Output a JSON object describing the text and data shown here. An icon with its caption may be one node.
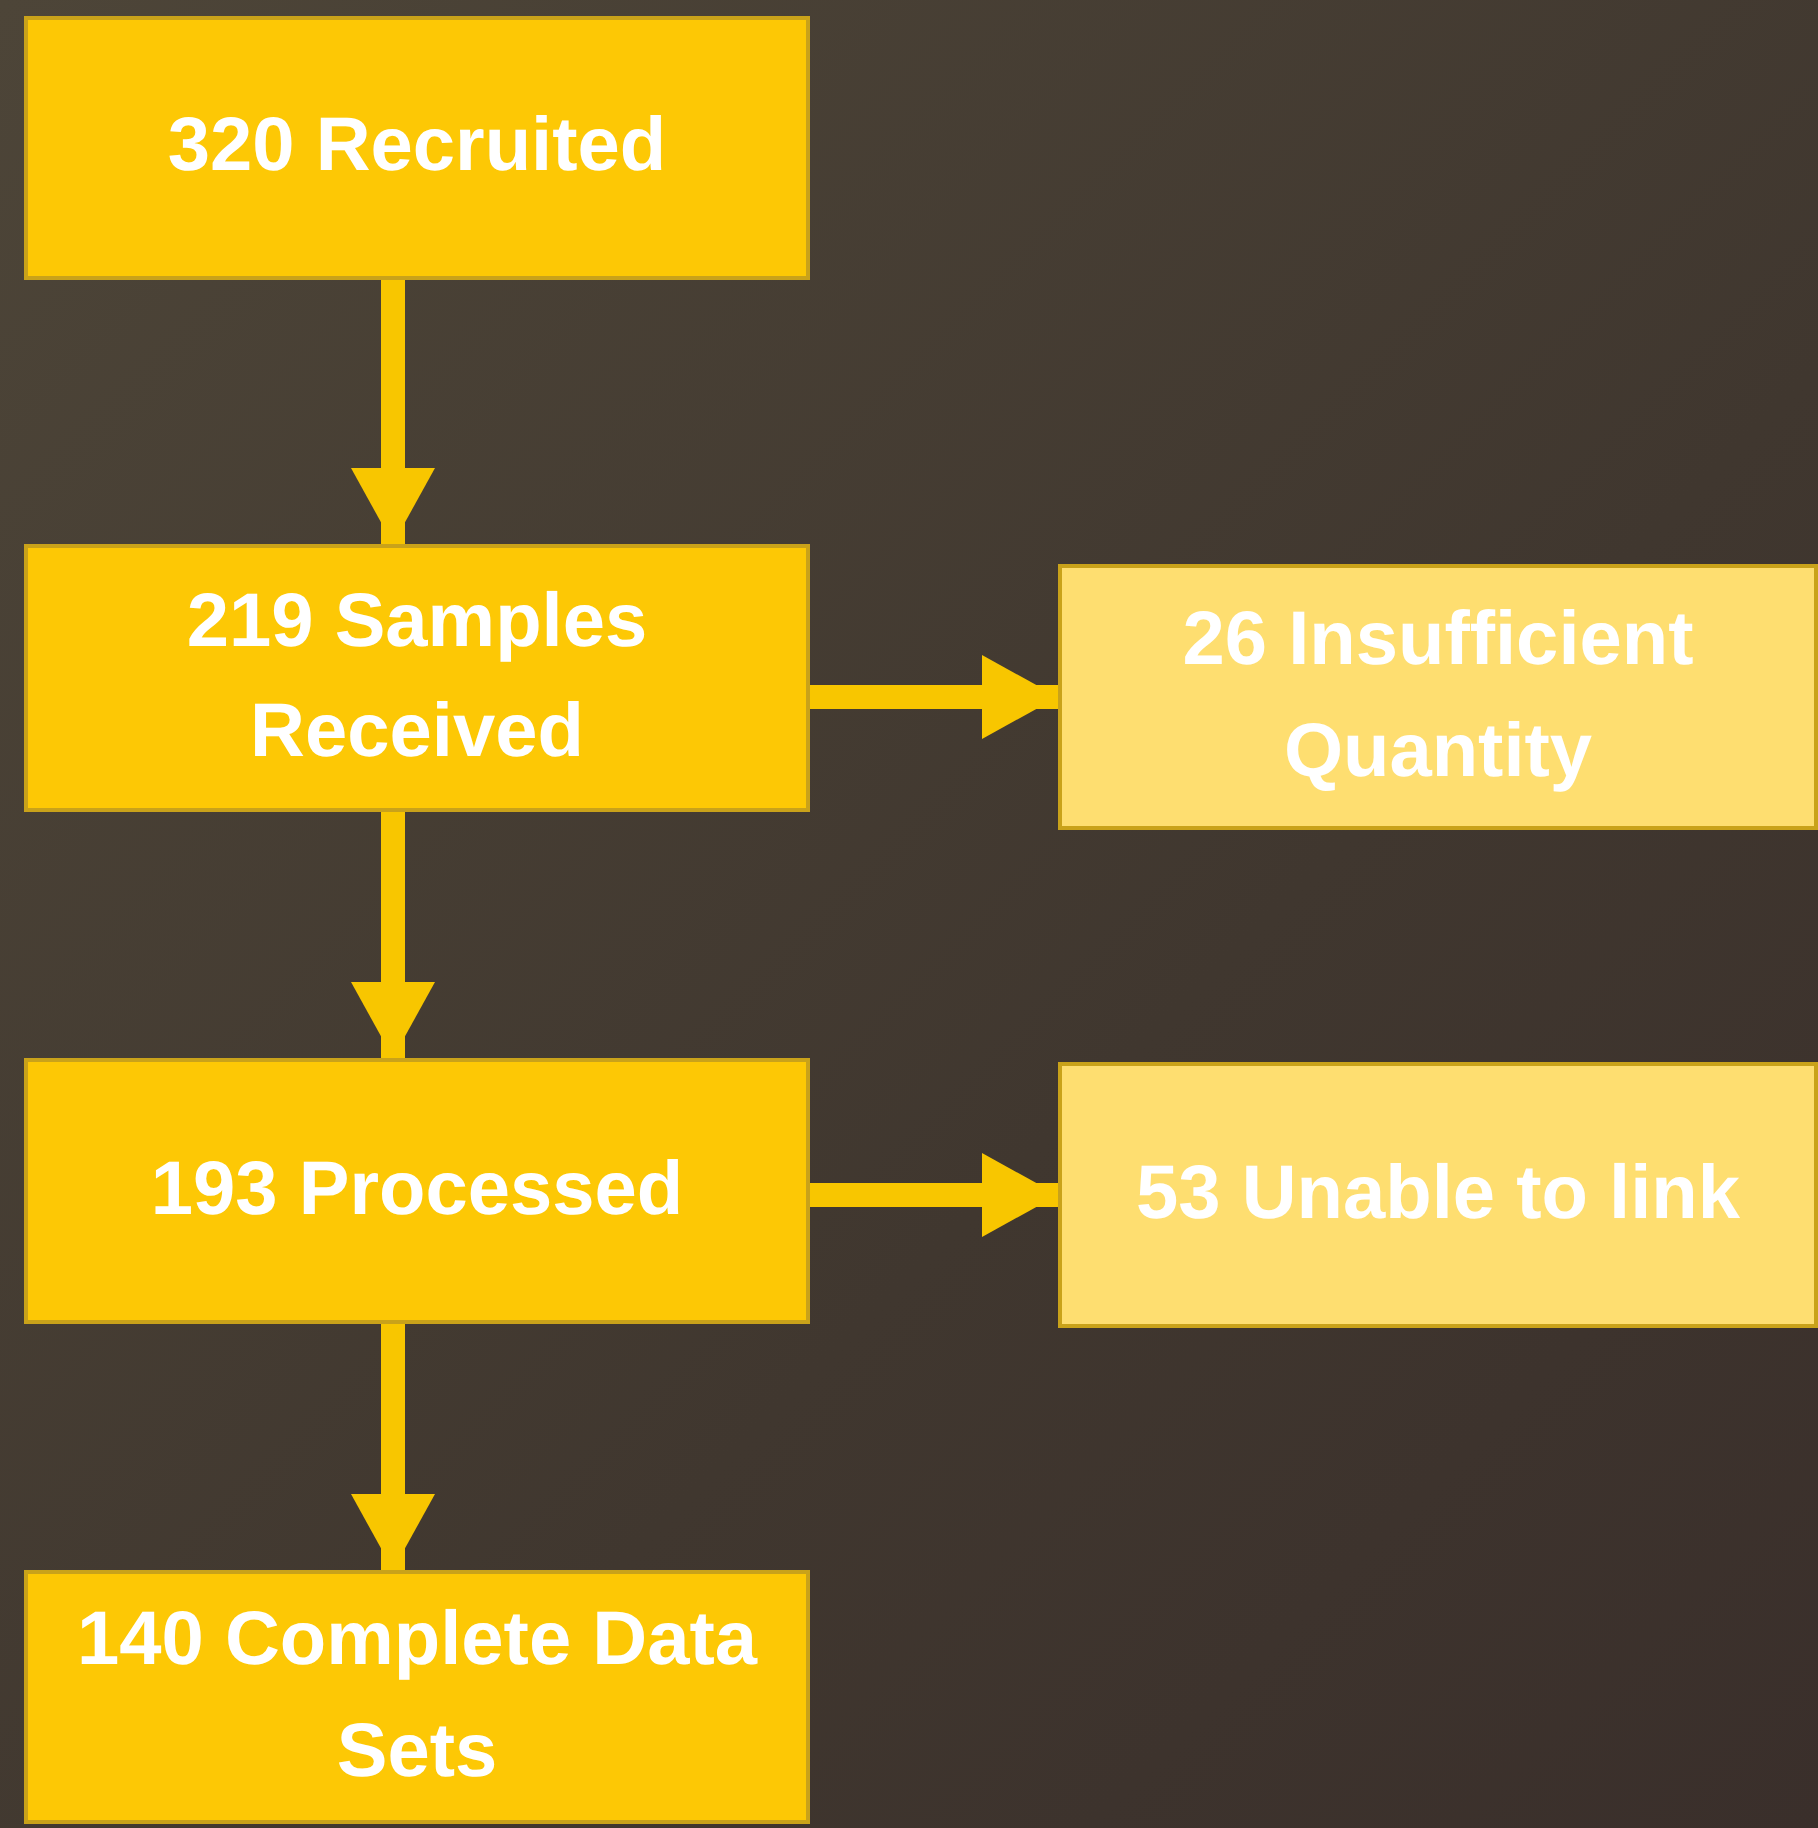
{
  "diagram": {
    "nodes": [
      {
        "text": [
          "320 Recruited"
        ]
      },
      {
        "text": [
          "219 Samples Received"
        ]
      },
      {
        "text": [
          "26 Insufficient Quantity"
        ]
      },
      {
        "text": [
          "193 Processed"
        ]
      },
      {
        "text": [
          "53 Unable to link"
        ]
      },
      {
        "text": [
          "140 Complete Data Sets"
        ]
      }
    ],
    "edges": [
      {
        "from": 0,
        "to": 1,
        "arrow": "to"
      },
      {
        "from": 1,
        "to": 2,
        "arrow": "to"
      },
      {
        "from": 1,
        "to": 3,
        "arrow": "to"
      },
      {
        "from": 3,
        "to": 4,
        "arrow": "to"
      },
      {
        "from": 3,
        "to": 5,
        "arrow": "to"
      }
    ]
  }
}
